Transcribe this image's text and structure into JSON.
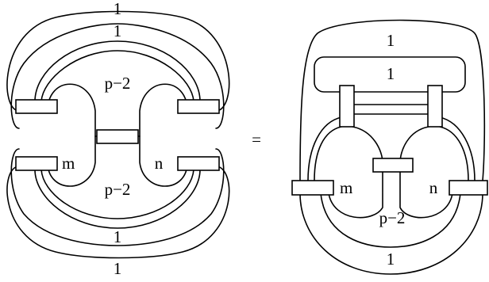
{
  "left": {
    "top_labels": [
      "1",
      "1"
    ],
    "inner_top_label": "p−2",
    "inner_bottom_label": "p−2",
    "left_label": "m",
    "right_label": "n",
    "bottom_labels": [
      "1",
      "1"
    ]
  },
  "equals": "=",
  "right": {
    "top_label_outer": "1",
    "top_label_inner": "1",
    "left_label": "m",
    "right_label": "n",
    "bottom_label_inner": "p−2",
    "bottom_label_outer": "1"
  }
}
